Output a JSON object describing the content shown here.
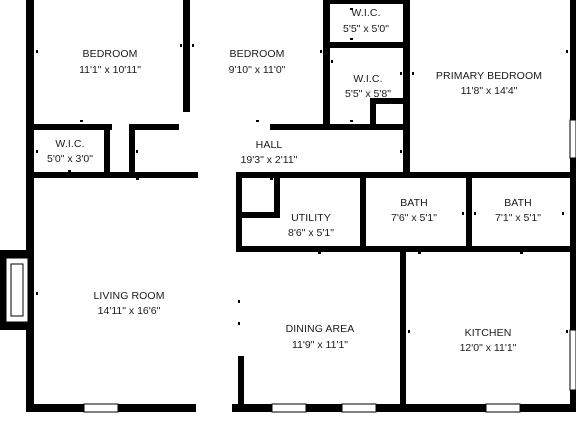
{
  "rooms": [
    {
      "name": "BEDROOM",
      "dims": "11'1\" x 10'11\""
    },
    {
      "name": "BEDROOM",
      "dims": "9'10\" x 11'0\""
    },
    {
      "name": "W.I.C.",
      "dims": "5'5\" x 5'0\""
    },
    {
      "name": "W.I.C.",
      "dims": "5'5\" x 5'8\""
    },
    {
      "name": "PRIMARY BEDROOM",
      "dims": "11'8\" x 14'4\""
    },
    {
      "name": "W.I.C.",
      "dims": "5'0\" x 3'0\""
    },
    {
      "name": "HALL",
      "dims": "19'3\" x 2'11\""
    },
    {
      "name": "UTILITY",
      "dims": "8'6\" x 5'1\""
    },
    {
      "name": "BATH",
      "dims": "7'6\" x 5'1\""
    },
    {
      "name": "BATH",
      "dims": "7'1\" x 5'1\""
    },
    {
      "name": "LIVING ROOM",
      "dims": "14'11\" x 16'6\""
    },
    {
      "name": "DINING AREA",
      "dims": "11'9\" x 11'1\""
    },
    {
      "name": "KITCHEN",
      "dims": "12'0\" x 11'1\""
    }
  ],
  "colors": {
    "wall": "#000000",
    "background": "#ffffff",
    "text": "#1a1a1a"
  }
}
